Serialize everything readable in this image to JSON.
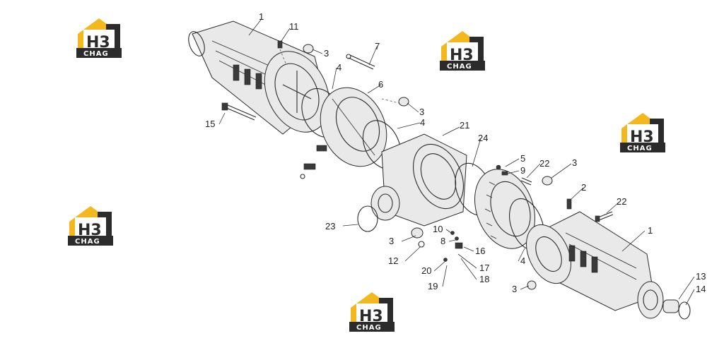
{
  "logo": {
    "mark": "H3",
    "caption": "CHAG",
    "colors": {
      "yellow": "#F4B81F",
      "dark": "#2B2B2B",
      "white": "#FFFFFF"
    }
  },
  "callouts": [
    "1",
    "11",
    "3",
    "4",
    "7",
    "6",
    "3",
    "4",
    "21",
    "15",
    "24",
    "5",
    "22",
    "3",
    "9",
    "2",
    "22",
    "23",
    "10",
    "8",
    "16",
    "3",
    "12",
    "20",
    "17",
    "19",
    "18",
    "4",
    "1",
    "13",
    "14",
    "3"
  ]
}
